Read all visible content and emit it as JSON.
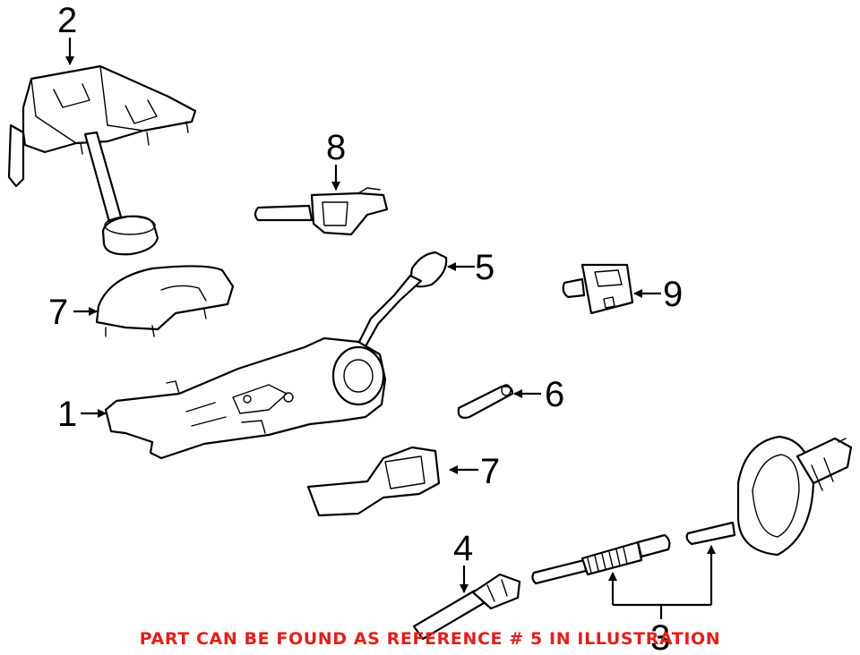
{
  "callouts": {
    "c1": "1",
    "c2": "2",
    "c3": "3",
    "c4": "4",
    "c5": "5",
    "c6": "6",
    "c7a": "7",
    "c7b": "7",
    "c8": "8",
    "c9": "9"
  },
  "note": {
    "text": "PART CAN BE FOUND AS REFERENCE # 5 IN ILLUSTRATION",
    "color": "#e0201c"
  },
  "colors": {
    "line": "#000000",
    "background": "#ffffff"
  }
}
